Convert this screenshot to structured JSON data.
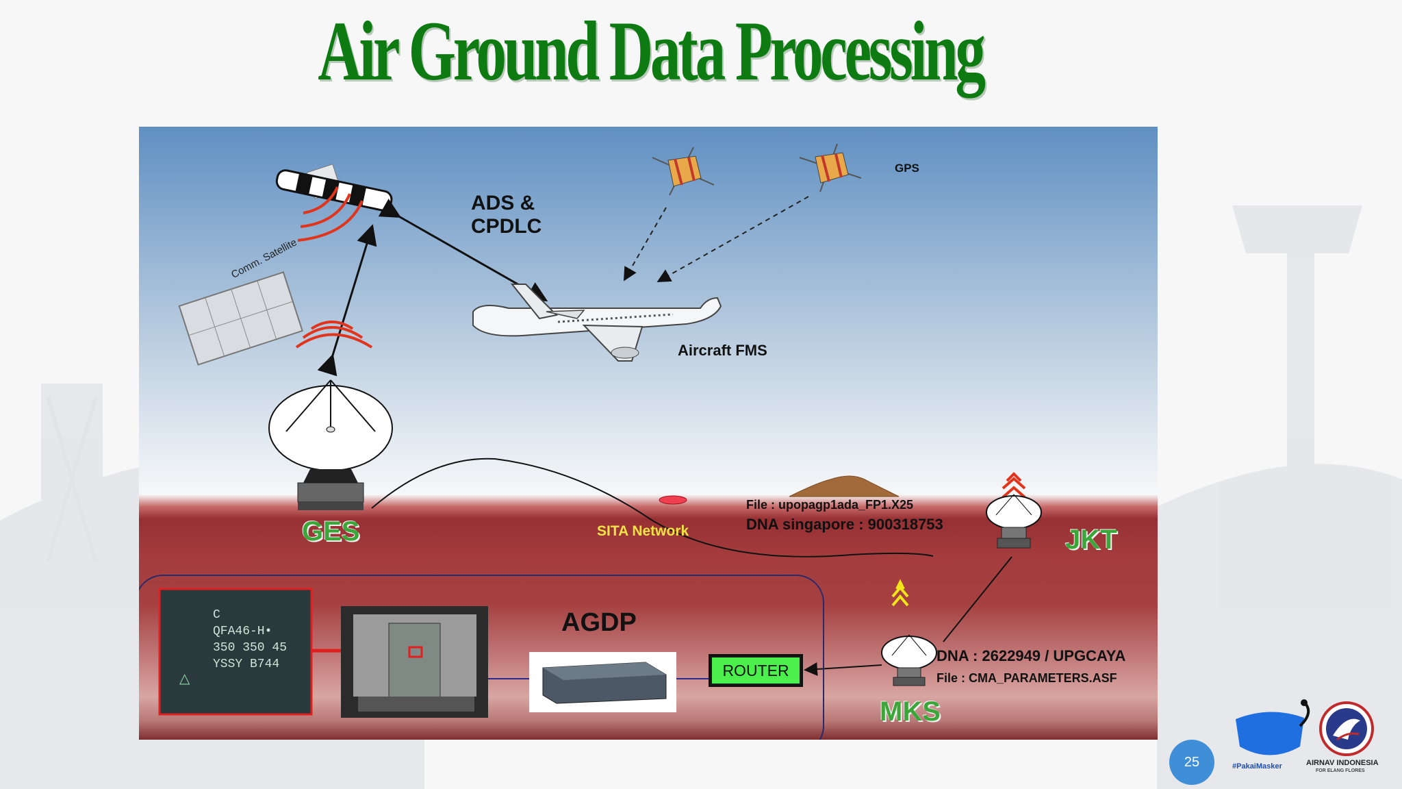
{
  "slide": {
    "title": "Air Ground Data Processing",
    "page_number": "25"
  },
  "diagram": {
    "comm_satellite": "Comm. Satellite",
    "ads_cpdlc_line1": "ADS &",
    "ads_cpdlc_line2": "CPDLC",
    "gps": "GPS",
    "aircraft": "Aircraft FMS",
    "ges": "GES",
    "sita": "SITA Network",
    "jkt_file": "File : upopagp1ada_FP1.X25",
    "jkt_dna": "DNA singapore : 900318753",
    "jkt": "JKT",
    "agdp": "AGDP",
    "router": "ROUTER",
    "mks_dna": "DNA : 2622949 / UPGCAYA",
    "mks_file": "File : CMA_PARAMETERS.ASF",
    "mks": "MKS",
    "radar_label": {
      "line1": "C",
      "line2": "QFA46-H•",
      "line3": "350 350 45",
      "line4": "YSSY  B744"
    }
  },
  "logos": {
    "mask_tag": "#PakaiMasker",
    "airnav": "AIRNAV INDONESIA",
    "airnav_sub": "FOR ELANG FLORES"
  },
  "colors": {
    "title_green": "#0d7a12",
    "label_green": "#3da63a",
    "sita_yellow": "#f2e24a",
    "router_green": "#4cf04c",
    "signal_red": "#e0341c",
    "signal_yellow": "#f2e61a"
  }
}
